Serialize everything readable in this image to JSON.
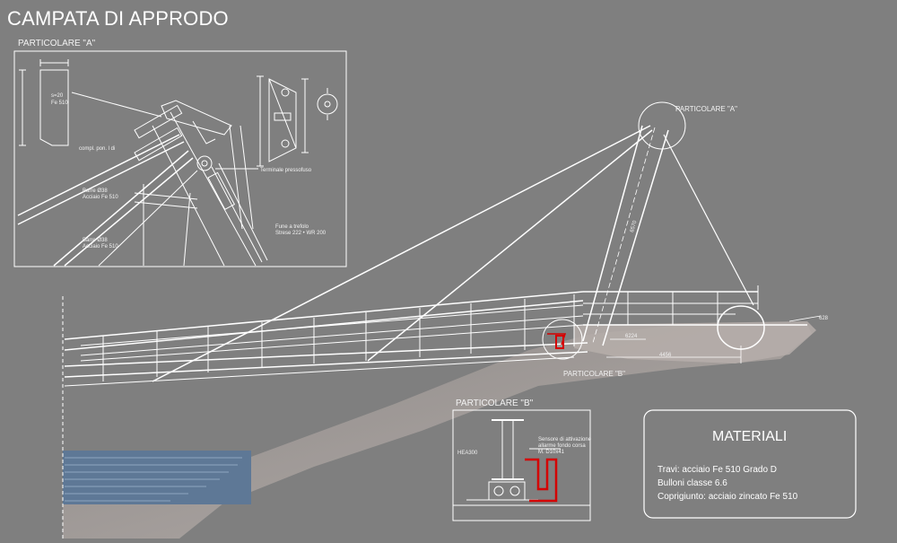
{
  "title": "CAMPATA DI APPRODO",
  "detail_a": {
    "title": "PARTICOLARE  \"A\"",
    "label_plate": "s=20\nFe 510",
    "label_plate_line1": "s=20",
    "label_plate_line2": "Fe 510",
    "label_compl": "compl. pon. l di",
    "label_bars_1_line1": "Barre Ø38",
    "label_bars_1_line2": "Acciaio Fe 510",
    "label_bars_2_line1": "Barre Ø38",
    "label_bars_2_line2": "Acciaio Fe 510",
    "label_terminal": "Terminale pressofuso",
    "label_rope_line1": "Fune a trefolo",
    "label_rope_line2": "Strese 222 • WR 200"
  },
  "main": {
    "label_detail_a": "PARTICOLARE \"A\"",
    "label_detail_b": "PARTICOLARE \"B\"",
    "dim_mast": "6570",
    "dim_base": "4456",
    "dim_small": "6224",
    "dim_right": "628"
  },
  "detail_b": {
    "title": "PARTICOLARE  \"B\"",
    "label_beam": "HEA300",
    "label_note_line1": "Sensore di attivazione",
    "label_note_line2": "allarme fondo corsa",
    "label_note_line3": "M. D10x41"
  },
  "materials": {
    "title": "MATERIALI",
    "items": [
      "Travi: acciaio Fe 510 Grado D",
      "Bulloni classe 6.6",
      "Coprigiunto: acciaio zincato Fe 510"
    ]
  },
  "colors": {
    "background": "#7f7f7f",
    "lines": "#ffffff",
    "ground": "#b3aca8",
    "water": "#5e7896",
    "highlight": "#d40000"
  }
}
